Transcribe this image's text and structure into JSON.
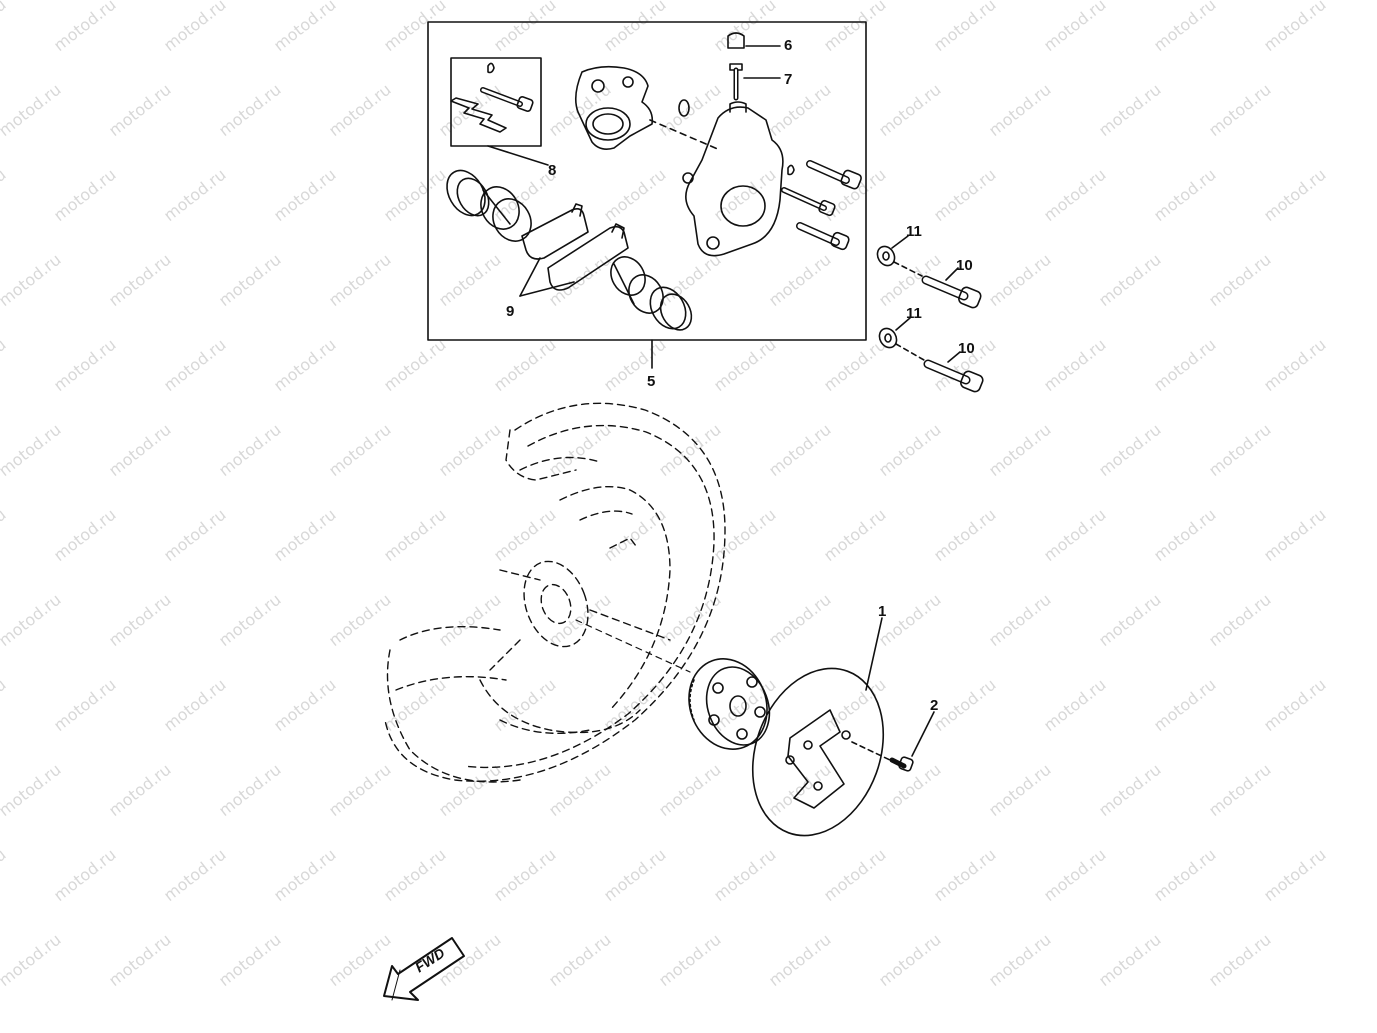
{
  "callouts": {
    "c1": "1",
    "c2": "2",
    "c5": "5",
    "c6": "6",
    "c7": "7",
    "c8": "8",
    "c9": "9",
    "c10a": "10",
    "c10b": "10",
    "c11a": "11",
    "c11b": "11"
  },
  "fwd_badge": "FWD",
  "watermark_text": "motod.ru",
  "colors": {
    "line": "#111111",
    "watermark": "#b9b9b9",
    "background": "#ffffff"
  }
}
